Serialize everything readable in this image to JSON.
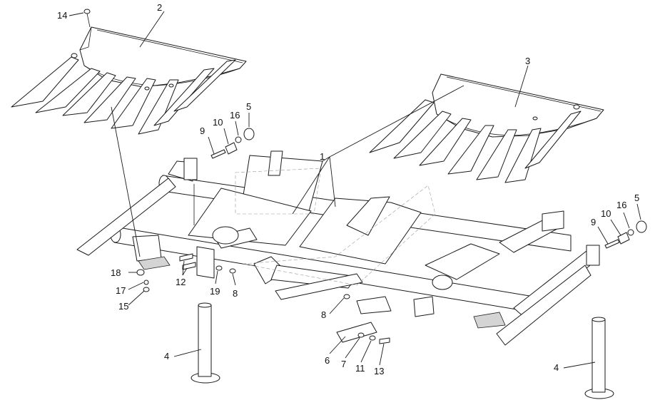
{
  "diagram": {
    "callouts": [
      {
        "id": "c1",
        "label": "1"
      },
      {
        "id": "c2",
        "label": "2"
      },
      {
        "id": "c3",
        "label": "3"
      },
      {
        "id": "c4a",
        "label": "4"
      },
      {
        "id": "c4b",
        "label": "4"
      },
      {
        "id": "c5a",
        "label": "5"
      },
      {
        "id": "c5b",
        "label": "5"
      },
      {
        "id": "c6",
        "label": "6"
      },
      {
        "id": "c7",
        "label": "7"
      },
      {
        "id": "c8a",
        "label": "8"
      },
      {
        "id": "c8b",
        "label": "8"
      },
      {
        "id": "c9a",
        "label": "9"
      },
      {
        "id": "c9b",
        "label": "9"
      },
      {
        "id": "c10a",
        "label": "10"
      },
      {
        "id": "c10b",
        "label": "10"
      },
      {
        "id": "c11",
        "label": "11"
      },
      {
        "id": "c12",
        "label": "12"
      },
      {
        "id": "c13",
        "label": "13"
      },
      {
        "id": "c14",
        "label": "14"
      },
      {
        "id": "c15",
        "label": "15"
      },
      {
        "id": "c16a",
        "label": "16"
      },
      {
        "id": "c16b",
        "label": "16"
      },
      {
        "id": "c17",
        "label": "17"
      },
      {
        "id": "c18",
        "label": "18"
      },
      {
        "id": "c19",
        "label": "19"
      }
    ]
  }
}
